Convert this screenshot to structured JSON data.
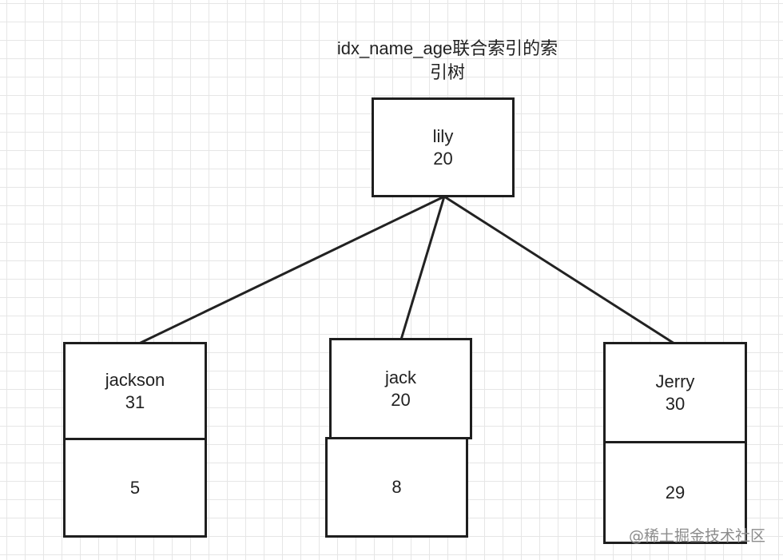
{
  "title": {
    "line1": "idx_name_age联合索引的索",
    "line2": "引树"
  },
  "root": {
    "name": "lily",
    "age": "20"
  },
  "children": [
    {
      "name": "jackson",
      "age": "31",
      "id": "5"
    },
    {
      "name": "jack",
      "age": "20",
      "id": "8"
    },
    {
      "name": "Jerry",
      "age": "30",
      "id": "29"
    }
  ],
  "watermark": "@稀土掘金技术社区"
}
